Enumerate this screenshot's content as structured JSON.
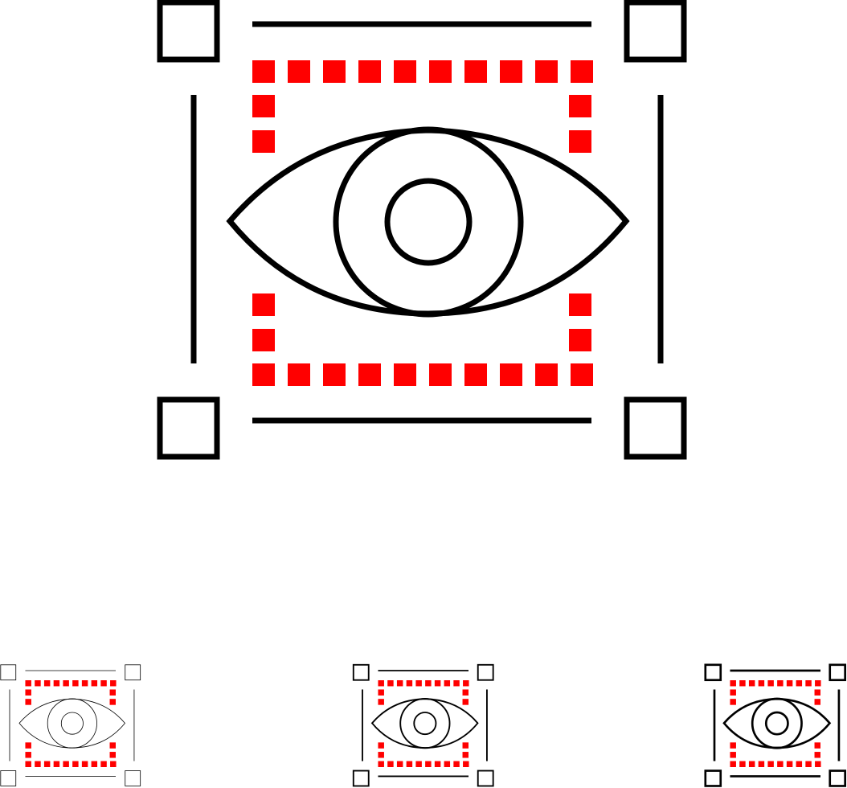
{
  "colors": {
    "background": "#ffffff",
    "stroke": "#000000",
    "accent": "#ff0000"
  },
  "icons": {
    "main": {
      "name": "eye-scan-icon",
      "style": "outline"
    },
    "variants": [
      {
        "name": "eye-scan-icon",
        "style": "thin-outline"
      },
      {
        "name": "eye-scan-icon",
        "style": "outline"
      },
      {
        "name": "eye-scan-icon",
        "style": "bold-outline"
      }
    ]
  }
}
